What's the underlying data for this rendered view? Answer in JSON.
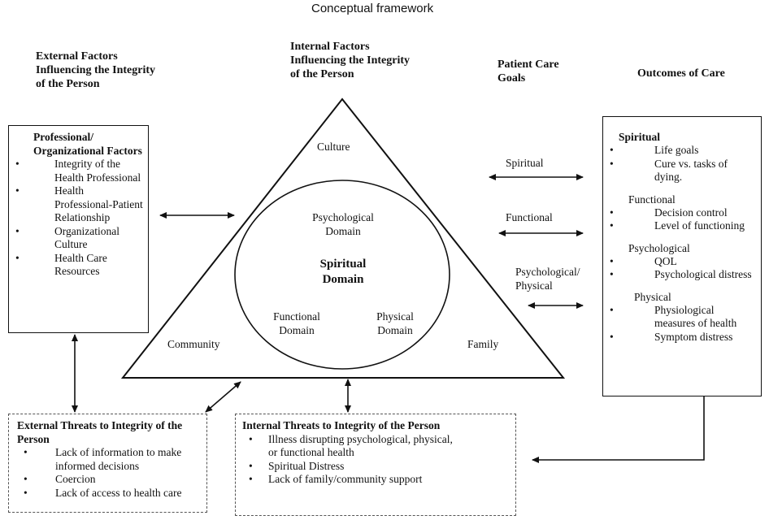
{
  "title": "Conceptual framework",
  "headers": {
    "external": "External Factors Influencing the Integrity of the Person",
    "internal": "Internal Factors Influencing the Integrity of the Person",
    "goals": "Patient Care Goals",
    "outcomes": "Outcomes of Care"
  },
  "professional_box": {
    "title": "Professional/ Organizational Factors",
    "items": [
      "Integrity of the Health Professional",
      "Health Professional-Patient Relationship",
      "Organizational Culture",
      "Health Care Resources"
    ]
  },
  "triangle": {
    "top": "Culture",
    "left": "Community",
    "right": "Family"
  },
  "circle": {
    "center_line1": "Spiritual",
    "center_line2": "Domain",
    "psychological": "Psychological Domain",
    "functional": "Functional Domain",
    "physical": "Physical Domain"
  },
  "goals": {
    "spiritual": "Spiritual",
    "functional": "Functional",
    "psych_physical": "Psychological/ Physical"
  },
  "outcomes": {
    "spiritual": {
      "title": "Spiritual",
      "items": [
        "Life goals",
        "Cure vs. tasks of dying."
      ]
    },
    "functional": {
      "title": "Functional",
      "items": [
        "Decision control",
        "Level of functioning"
      ]
    },
    "psychological": {
      "title": "Psychological",
      "items": [
        "QOL",
        "Psychological distress"
      ]
    },
    "physical": {
      "title": "Physical",
      "items": [
        "Physiological measures of health",
        "Symptom distress"
      ]
    }
  },
  "external_threats": {
    "title": "External Threats to Integrity of the Person",
    "items": [
      "Lack of information to make informed decisions",
      "Coercion",
      "Lack of access to health care"
    ]
  },
  "internal_threats": {
    "title": "Internal Threats to Integrity of the Person",
    "items": [
      "Illness disrupting psychological, physical, or functional health",
      "Spiritual Distress",
      "Lack of family/community support"
    ]
  }
}
